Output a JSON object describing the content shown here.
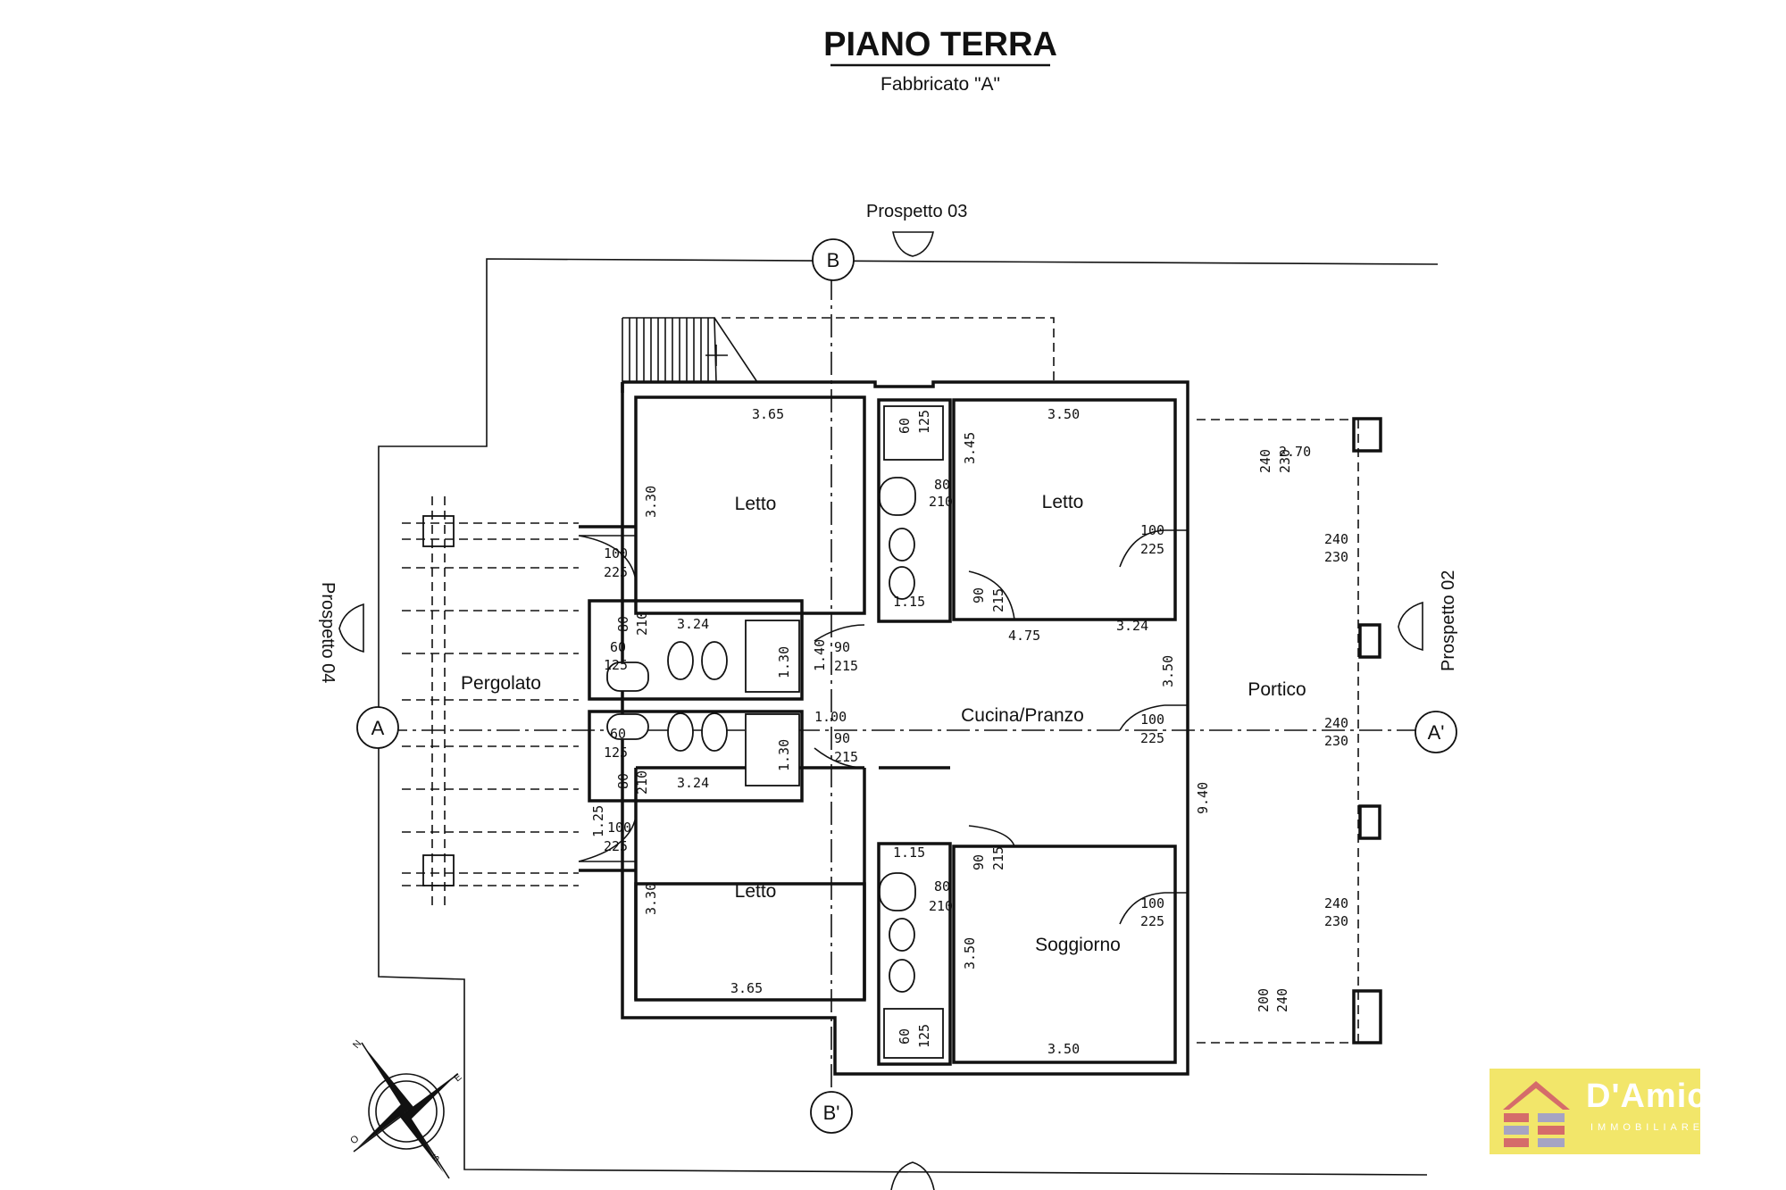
{
  "header": {
    "title": "PIANO TERRA",
    "subtitle": "Fabbricato \"A\""
  },
  "elevations": {
    "top": "Prospetto 03",
    "left": "Prospetto 04",
    "right": "Prospetto 02"
  },
  "section_marks": {
    "a": "A",
    "a_prime": "A'",
    "b": "B",
    "b_prime": "B'"
  },
  "rooms": {
    "letto_1": "Letto",
    "letto_2": "Letto",
    "letto_3": "Letto",
    "pergolato": "Pergolato",
    "cucina": "Cucina/Pranzo",
    "portico": "Portico",
    "soggiorno": "Soggiorno"
  },
  "dimensions": {
    "tl_width": "3.65",
    "tl_height": "3.30",
    "tr_width": "3.50",
    "tr_height": "3.45",
    "bath_top_width": "3.24",
    "bath_top_height": "1.30",
    "bath_bot_width": "3.24",
    "bath_bot_height": "1.30",
    "bl_height": "3.30",
    "bl_width": "3.65",
    "br_height": "3.50",
    "br_width": "3.50",
    "cucina_width": "4.75",
    "cucina_top": "3.24",
    "cucina_height": "3.50",
    "total_height": "9.40",
    "portico_width": "2.70",
    "hall_a": "1.40",
    "hall_b": "1.00",
    "wc_top": "1.15",
    "wc_bot": "1.15"
  },
  "openings": {
    "d_top_a": "60",
    "d_top_b": "125",
    "d_top_c": "80",
    "d_top_d": "210",
    "d_letto_a": "100",
    "d_letto_b": "225",
    "d_c_a": "90",
    "d_c_b": "215",
    "d_r1_a": "100",
    "d_r1_b": "225",
    "p1_a": "240",
    "p1_b": "230",
    "p2_a": "240",
    "p2_b": "230",
    "p3_a": "240",
    "p3_b": "230",
    "p4_a": "240",
    "p4_b": "230",
    "p5_a": "200",
    "p5_b": "240",
    "l_door_a": "100",
    "l_door_b": "225",
    "l_w1_a": "80",
    "l_w1_b": "210",
    "l_w2_a": "60",
    "l_w2_b": "125",
    "hall_d1_a": "90",
    "hall_d1_b": "215",
    "hall_d2_a": "90",
    "hall_d2_b": "215",
    "l_w3_a": "60",
    "l_w3_b": "125",
    "l_w4_a": "80",
    "l_w4_b": "210",
    "l_door2_a": "100",
    "l_door2_b": "225",
    "l_door2_c": "1.25",
    "b_d1_a": "90",
    "b_d1_b": "215",
    "b_w1_a": "80",
    "b_w1_b": "210",
    "b_w2_a": "60",
    "b_w2_b": "125",
    "r_door2_a": "100",
    "r_door2_b": "225",
    "r_door3_a": "100",
    "r_door3_b": "225"
  },
  "compass": {
    "n": "N",
    "e": "E",
    "s": "S",
    "o": "O"
  },
  "logo": {
    "name": "D'Amico",
    "sub": "IMMOBILIARE",
    "bg": "#f2e66a"
  }
}
